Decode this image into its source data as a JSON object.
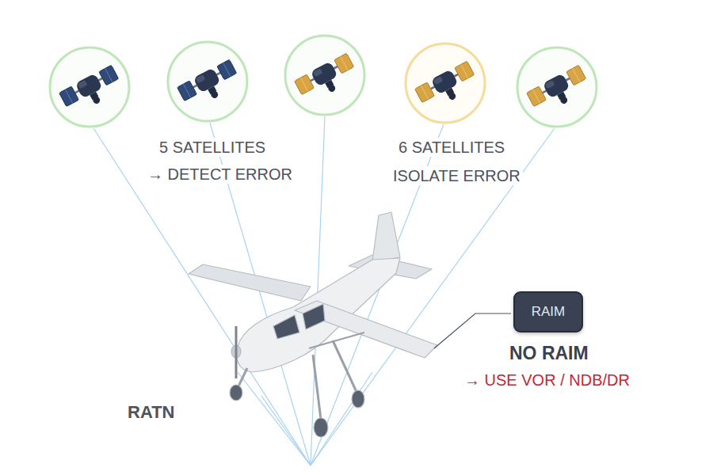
{
  "diagram": {
    "nodes": [
      {
        "text": [
          "RAIM"
        ]
      }
    ],
    "labels": [
      "5 SATELLITES",
      "→ DETECT ERROR",
      "6 SATELLITES",
      "ISOLATE ERROR",
      "NO RAIM",
      "→ USE VOR / NDB/DR",
      "RATN"
    ]
  }
}
